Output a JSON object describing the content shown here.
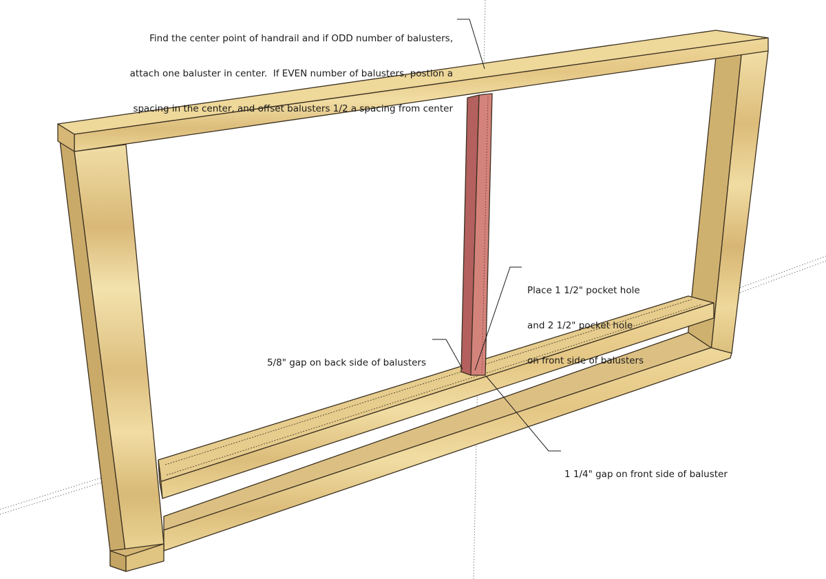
{
  "annotations": {
    "center_note": [
      "Find the center point of handrail and if ODD number of balusters,",
      "attach one baluster in center.  If EVEN number of balusters, postion a",
      "spacing in the center, and offset balusters 1/2 a spacing from center"
    ],
    "pocket_hole_note": [
      "Place 1 1/2\" pocket hole",
      "and 2 1/2\" pocket hole",
      "on front side of balusters"
    ],
    "back_gap_note": "5/8\" gap on back side of balusters",
    "front_gap_note": "1 1/4\" gap on front side of baluster"
  },
  "colors": {
    "wood_front": "#e8cf8a",
    "wood_top": "#f0dea3",
    "wood_side": "#d4b877",
    "wood_dark": "#c7a866",
    "baluster": "#c97a74",
    "baluster_dark": "#a9585a",
    "outline": "#3a2f20"
  }
}
